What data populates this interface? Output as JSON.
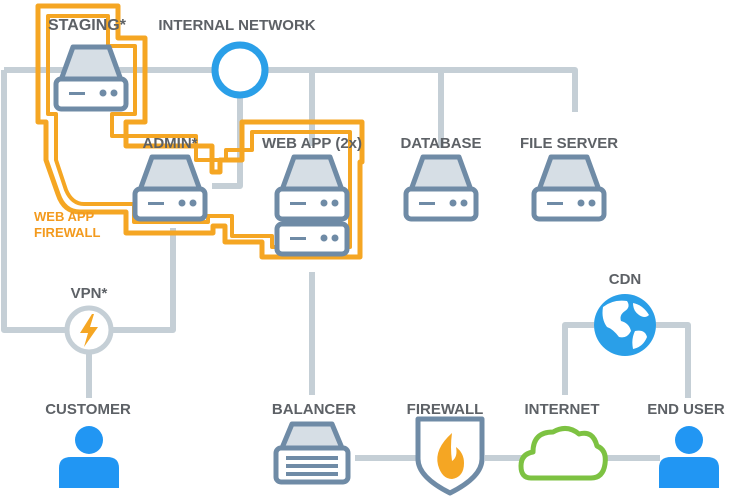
{
  "labels": {
    "staging": "STAGING*",
    "internal_network": "INTERNAL NETWORK",
    "admin": "ADMIN*",
    "web_app": "WEB APP (2x)",
    "database": "DATABASE",
    "file_server": "FILE SERVER",
    "waf_line1": "WEB APP",
    "waf_line2": "FIREWALL",
    "vpn": "VPN*",
    "cdn": "CDN",
    "customer": "CUSTOMER",
    "balancer": "BALANCER",
    "firewall": "FIREWALL",
    "internet": "INTERNET",
    "end_user": "END USER"
  },
  "colors": {
    "connector": "#c5cfd6",
    "server_outline": "#6f8ba6",
    "server_fill": "#d6dee5",
    "highlight": "#f5a623",
    "network_ring": "#2a9fe8",
    "user": "#2196f3",
    "cloud": "#7dc242",
    "flame": "#f5a623",
    "label_text": "#5d6166",
    "waf_text": "#f39a1d"
  },
  "icons": {
    "server": "server-icon",
    "network": "network-ring-icon",
    "vpn": "lightning-bolt-icon",
    "globe": "globe-icon",
    "user": "user-icon",
    "firewall": "shield-flame-icon",
    "cloud": "cloud-icon",
    "balancer": "balancer-icon"
  }
}
